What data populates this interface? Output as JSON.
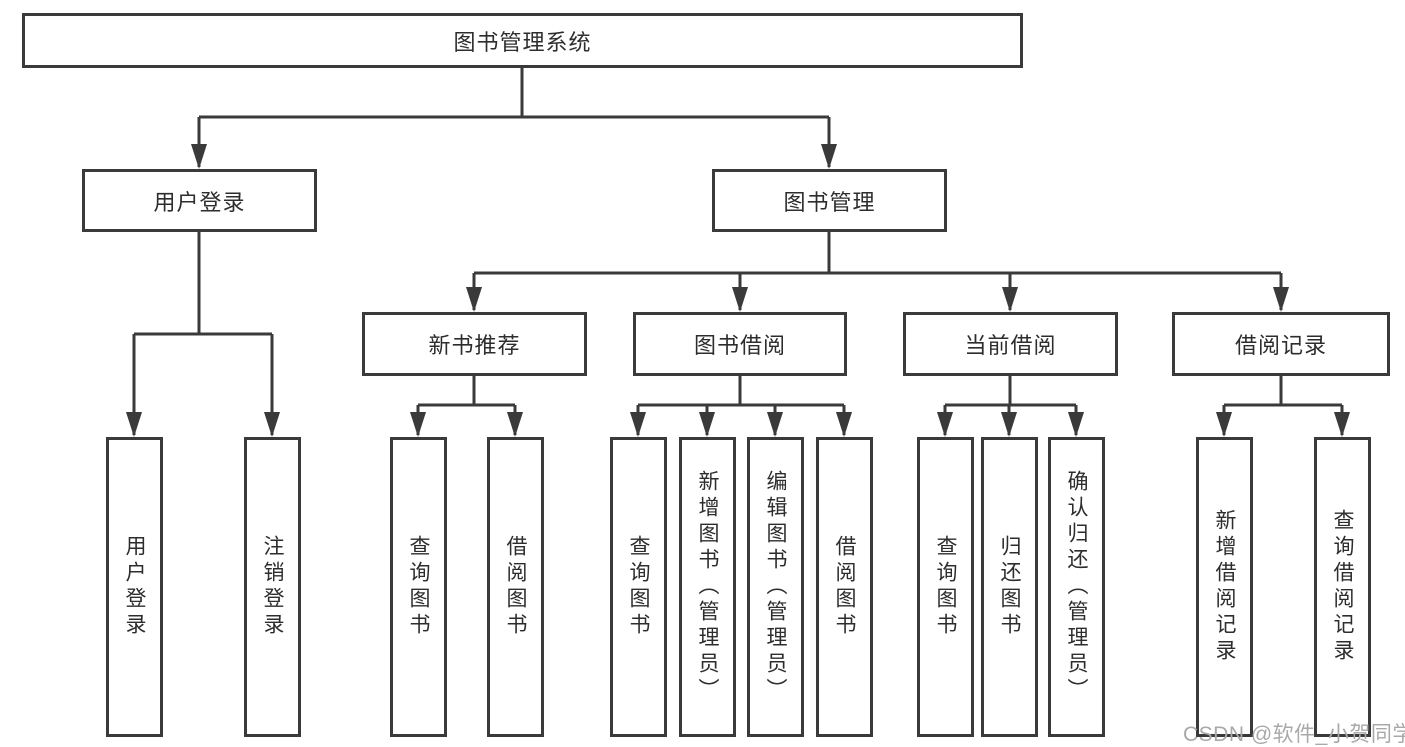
{
  "diagram": {
    "root": {
      "label": "图书管理系统"
    },
    "level2": [
      {
        "label": "用户登录"
      },
      {
        "label": "图书管理"
      }
    ],
    "level3": [
      {
        "label": "新书推荐"
      },
      {
        "label": "图书借阅"
      },
      {
        "label": "当前借阅"
      },
      {
        "label": "借阅记录"
      }
    ],
    "leaves": [
      {
        "label": "用户登录",
        "parent": "用户登录"
      },
      {
        "label": "注销登录",
        "parent": "用户登录"
      },
      {
        "label": "查询图书",
        "parent": "新书推荐"
      },
      {
        "label": "借阅图书",
        "parent": "新书推荐"
      },
      {
        "label": "查询图书",
        "parent": "图书借阅"
      },
      {
        "label": "新增图书（管理员）",
        "parent": "图书借阅"
      },
      {
        "label": "编辑图书（管理员）",
        "parent": "图书借阅"
      },
      {
        "label": "借阅图书",
        "parent": "图书借阅"
      },
      {
        "label": "查询图书",
        "parent": "当前借阅"
      },
      {
        "label": "归还图书",
        "parent": "当前借阅"
      },
      {
        "label": "确认归还（管理员）",
        "parent": "当前借阅"
      },
      {
        "label": "新增借阅记录",
        "parent": "借阅记录"
      },
      {
        "label": "查询借阅记录",
        "parent": "借阅记录"
      }
    ]
  },
  "watermark": {
    "text": "CSDN @软件_小贺同学"
  },
  "colors": {
    "line": "#3a3a3a",
    "border": "#3a3a3a",
    "text": "#2d2d2d",
    "watermark": "#a9a9a9",
    "background": "#ffffff"
  }
}
